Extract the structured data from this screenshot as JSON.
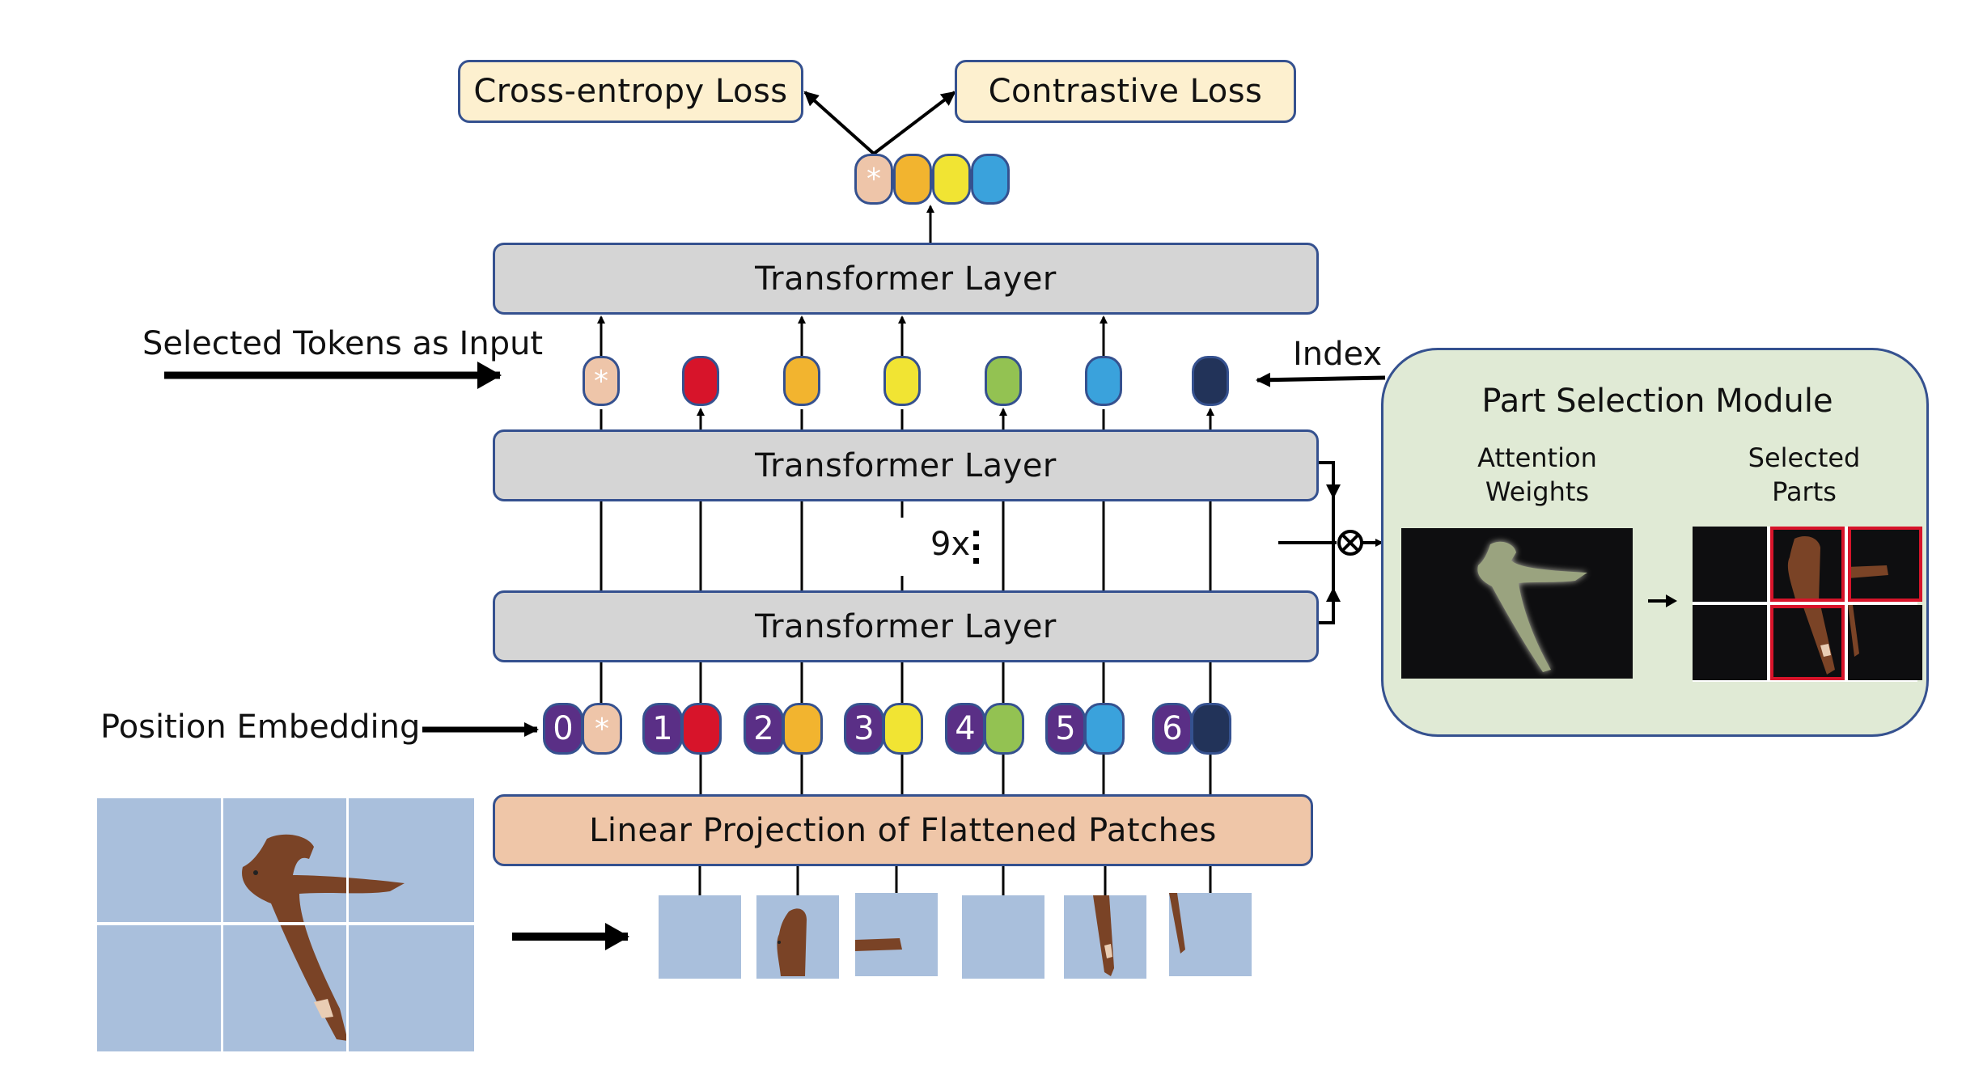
{
  "losses": {
    "cross_entropy": "Cross-entropy Loss",
    "contrastive": "Contrastive Loss"
  },
  "transformer_layers": [
    {
      "label": "Transformer Layer",
      "role": "final"
    },
    {
      "label": "Transformer Layer",
      "role": "top-of-stack"
    },
    {
      "label": "Transformer Layer",
      "role": "bottom-of-stack"
    }
  ],
  "repeat_label": "9x",
  "linear_projection": "Linear Projection of Flattened Patches",
  "labels": {
    "selected_tokens": "Selected Tokens as Input",
    "position_embedding": "Position Embedding",
    "index": "Index"
  },
  "cls_marker": "*",
  "token_colors": {
    "cls": "#eec5a9",
    "t1": "#d7142a",
    "t2": "#f2b42f",
    "t3": "#f1e433",
    "t4": "#93c252",
    "t5": "#3aa2dc",
    "t6": "#223359"
  },
  "output_tokens": [
    "cls",
    "t2",
    "t3",
    "t5"
  ],
  "selected_tokens": [
    "cls",
    "t1",
    "t2",
    "t3",
    "t4",
    "t5",
    "t6"
  ],
  "selected_token_arrows_up_to_layer": [
    "cls",
    "t2",
    "t3",
    "t5"
  ],
  "position_tokens": [
    {
      "index": "0",
      "token": "cls"
    },
    {
      "index": "1",
      "token": "t1"
    },
    {
      "index": "2",
      "token": "t2"
    },
    {
      "index": "3",
      "token": "t3"
    },
    {
      "index": "4",
      "token": "t4"
    },
    {
      "index": "5",
      "token": "t5"
    },
    {
      "index": "6",
      "token": "t6"
    }
  ],
  "position_color": "#5a2f86",
  "part_selection": {
    "title": "Part Selection Module",
    "attention_label_line1": "Attention",
    "attention_label_line2": "Weights",
    "selected_label_line1": "Selected",
    "selected_label_line2": "Parts",
    "multiply_symbol": "⊗",
    "grid": {
      "rows": 2,
      "cols": 3,
      "selected_cells": [
        [
          0,
          1
        ],
        [
          0,
          2
        ],
        [
          1,
          1
        ]
      ]
    }
  },
  "input_image": {
    "grid_rows": 2,
    "grid_cols": 3,
    "subject": "bird in flight"
  },
  "patch_count": 6,
  "colors": {
    "border": "#35518f",
    "loss_fill": "#fdf0cf",
    "layer_fill": "#d5d5d5",
    "projection_fill": "#efc6a8",
    "panel_fill": "#e0ead5",
    "selection_red": "#d7142a",
    "sky": "#a9bfdc",
    "bird": "#7a4326"
  }
}
